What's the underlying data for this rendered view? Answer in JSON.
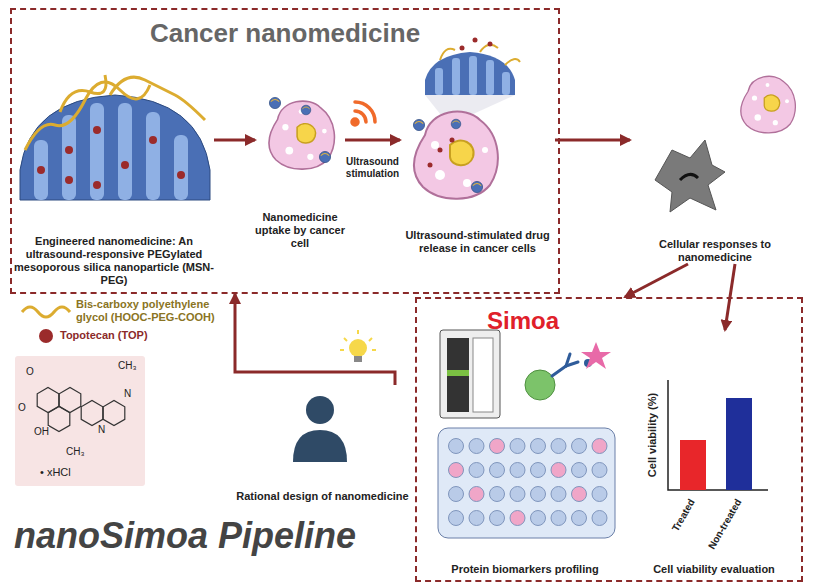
{
  "diagram": {
    "title": "nanoSimoa Pipeline",
    "nodes": [
      {
        "text": [
          "Cancer nanomedicine"
        ]
      },
      {
        "text": [
          "Engineered nanomedicine: An ultrasound-responsive PEGylated mesoporous silica nanoparticle (MSN-PEG)"
        ],
        "in": 0
      },
      {
        "text": [
          "Nanomedicine uptake by cancer cell"
        ],
        "in": 0
      },
      {
        "text": [
          "Ultrasound-stimulated drug release in cancer cells"
        ],
        "in": 0
      },
      {
        "text": [
          "Cellular responses to nanomedicine"
        ]
      },
      {
        "text": [
          "Simoa"
        ]
      },
      {
        "text": [
          "Protein biomarkers profiling"
        ],
        "in": 5
      },
      {
        "text": [
          "Cell viability evaluation"
        ],
        "in": 5
      },
      {
        "text": [
          "Rational design of nanomedicine"
        ]
      }
    ],
    "edges": [
      {
        "from": 1,
        "to": 2,
        "arrow": "to"
      },
      {
        "from": 2,
        "to": 3,
        "label": "Ultrasound stimulation",
        "arrow": "to"
      },
      {
        "from": 3,
        "to": 4,
        "arrow": "to"
      },
      {
        "from": 4,
        "to": 5,
        "arrow": "to"
      },
      {
        "from": 4,
        "to": 7,
        "arrow": "to"
      },
      {
        "from": 8,
        "to": 0,
        "arrow": "to"
      }
    ],
    "labels": [
      "• xHCl",
      "O",
      "O",
      "OH",
      "N",
      "N",
      "CH₃",
      "CH₃",
      "Cell viability (%)",
      "Treated",
      "Non-treated"
    ],
    "legend": [
      {
        "text": "Bis-carboxy polyethylene glycol (HOOC-PEG-COOH)"
      },
      {
        "text": "Topotecan (TOP)"
      }
    ]
  }
}
